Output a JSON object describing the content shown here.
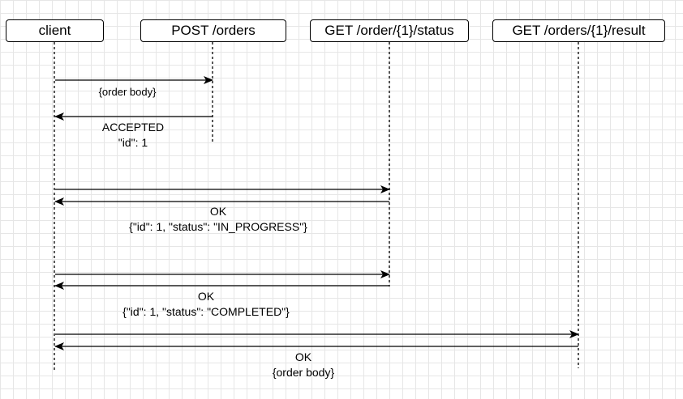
{
  "participants": {
    "client": "client",
    "post_orders": "POST /orders",
    "get_status": "GET /order/{1}/status",
    "get_result": "GET /orders/{1}/result"
  },
  "messages": {
    "m1": "{order body}",
    "m2_line1": "ACCEPTED",
    "m2_line2": "\"id\": 1",
    "m4_line1": "OK",
    "m4_line2": "{\"id\": 1, \"status\": \"IN_PROGRESS\"}",
    "m6_line1": "OK",
    "m6_line2": "{\"id\": 1, \"status\": \"COMPLETED\"}",
    "m8_line1": "OK",
    "m8_line2": "{order body}"
  }
}
